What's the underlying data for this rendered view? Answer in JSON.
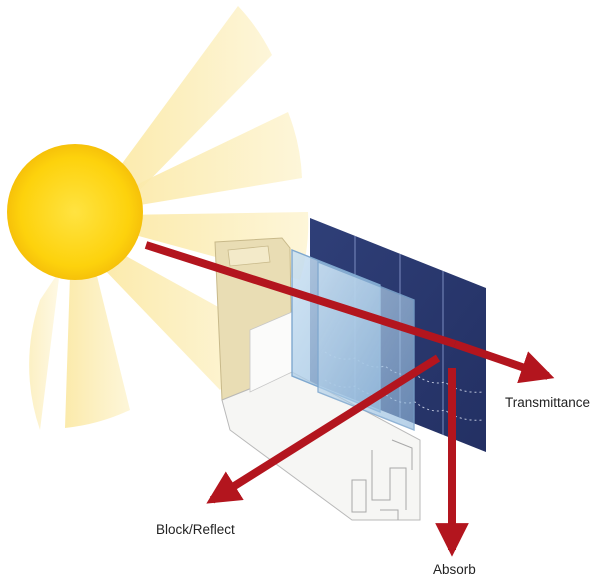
{
  "labels": {
    "transmittance": "Transmittance",
    "block_reflect": "Block/Reflect",
    "absorb": "Absorb"
  },
  "colors": {
    "sun_core": "#FDD20C",
    "sun_rays": "#FBEAA4",
    "arrow": "#B3151E",
    "shade": "#2B3A6E",
    "glass": "#A9C9E6",
    "frame": "#F4F4F2"
  },
  "icons": {
    "sun": "sun-icon",
    "window": "window-cross-section",
    "shade": "cellular-shade"
  }
}
